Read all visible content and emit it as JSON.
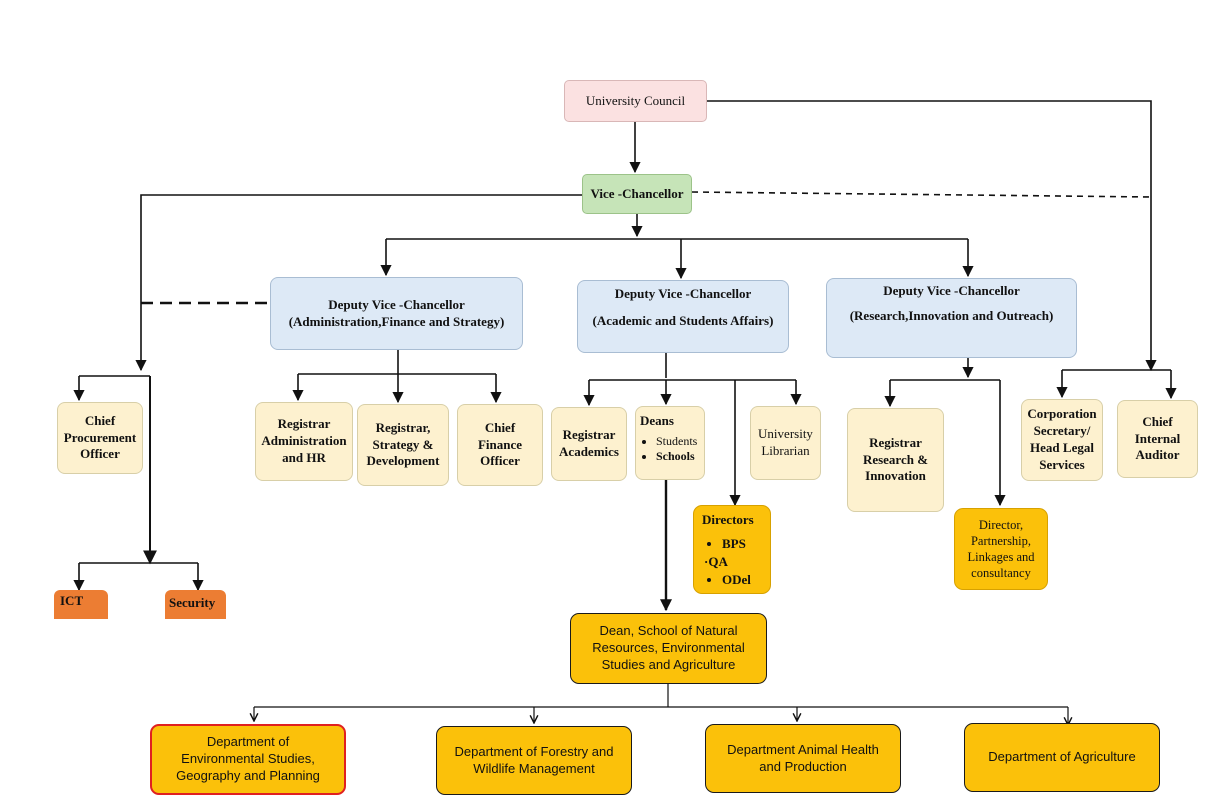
{
  "council": {
    "label": "University Council"
  },
  "vc": {
    "label": "Vice -Chancellor"
  },
  "dvc_admin": {
    "line1": "Deputy Vice -Chancellor",
    "line2": "(Administration,Finance and Strategy)"
  },
  "dvc_academic": {
    "line1": "Deputy Vice -Chancellor",
    "line2": "(Academic and Students Affairs)"
  },
  "dvc_research": {
    "line1": "Deputy Vice -Chancellor",
    "line2": "(Research,Innovation and Outreach)"
  },
  "procurement": {
    "lines": [
      "Chief",
      "Procurement",
      "Officer"
    ]
  },
  "reg_admin": {
    "lines": [
      "Registrar",
      "Administration",
      "and HR"
    ]
  },
  "reg_strategy": {
    "lines": [
      "Registrar,",
      "Strategy &",
      "Development"
    ]
  },
  "cfo": {
    "lines": [
      "Chief",
      "Finance",
      "Officer"
    ]
  },
  "reg_academics": {
    "lines": [
      "Registrar",
      "Academics"
    ]
  },
  "deans": {
    "title": "Deans",
    "items": [
      "Students",
      "Schools"
    ]
  },
  "librarian": {
    "lines": [
      "University",
      "Librarian"
    ]
  },
  "reg_research": {
    "lines": [
      "Registrar",
      "Research &",
      "Innovation"
    ]
  },
  "corp_sec": {
    "lines": [
      "Corporation",
      "Secretary/",
      "Head Legal",
      "Services"
    ]
  },
  "auditor": {
    "lines": [
      "Chief",
      "Internal",
      "Auditor"
    ]
  },
  "directors": {
    "title": "Directors",
    "items": [
      "BPS",
      "·QA",
      "ODel"
    ]
  },
  "dir_partnership": {
    "lines": [
      "Director,",
      "Partnership,",
      "Linkages and",
      "consultancy"
    ]
  },
  "ict": {
    "label": "ICT"
  },
  "security": {
    "label": "Security"
  },
  "dean_school": {
    "lines": [
      "Dean, School of Natural",
      "Resources, Environmental",
      "Studies and Agriculture"
    ]
  },
  "dept_env": {
    "lines": [
      "Department of",
      "Environmental Studies,",
      "Geography and Planning"
    ]
  },
  "dept_forestry": {
    "lines": [
      "Department of Forestry and",
      "Wildlife Management"
    ]
  },
  "dept_animal": {
    "lines": [
      "Department Animal Health",
      "and Production"
    ]
  },
  "dept_agri": {
    "lines": [
      "Department of Agriculture"
    ]
  }
}
